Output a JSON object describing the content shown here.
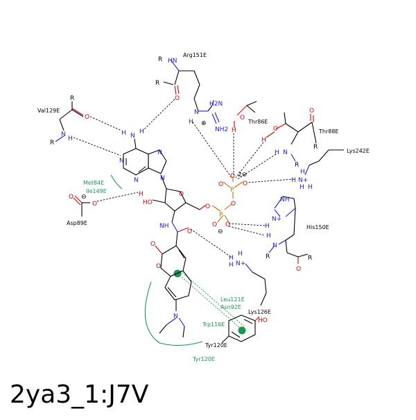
{
  "complex_id": "2ya3_1:J7V",
  "residues": {
    "arg151": "Arg151E",
    "val129": "Val129E",
    "thr86": "Thr86E",
    "thr88": "Thr88E",
    "lys242": "Lys242E",
    "met84": "Met84E",
    "ile149": "Ile149E",
    "asp89": "Asp89E",
    "his150": "His150E",
    "leu121": "Leu121E",
    "asn92": "Asn92E",
    "trp116": "Trp116E",
    "lys126": "Lys126E",
    "tyr120_res": "Tyr120E",
    "tyr120_hyd": "Tyr120E"
  },
  "atoms": {
    "R": "R",
    "O": "O",
    "N": "N",
    "H": "H",
    "P": "P",
    "HN": "HN",
    "NH": "NH",
    "N_plus": "N+",
    "H2N": "H2N",
    "NH2": "NH2",
    "HO": "HO",
    "minus": "⊖",
    "plus": "⊕",
    "two_minus": "2⊖"
  },
  "colors": {
    "carbon": "#000000",
    "nitrogen": "#1a1aff",
    "oxygen": "#e00000",
    "phosphorus": "#c07000",
    "hydrophobic": "#1a9850"
  }
}
